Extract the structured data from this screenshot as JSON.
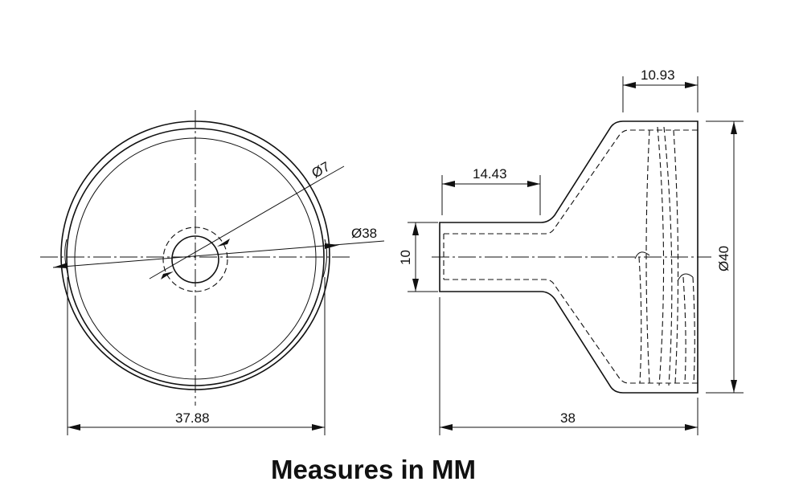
{
  "caption": "Measures in MM",
  "dimensions": {
    "front_width": "37.88",
    "hole_diameter": "Ø7",
    "rim_diameter": "Ø38",
    "side_top_width": "10.93",
    "neck_length": "14.43",
    "neck_diameter": "10",
    "overall_diameter": "Ø40",
    "overall_length": "38"
  }
}
